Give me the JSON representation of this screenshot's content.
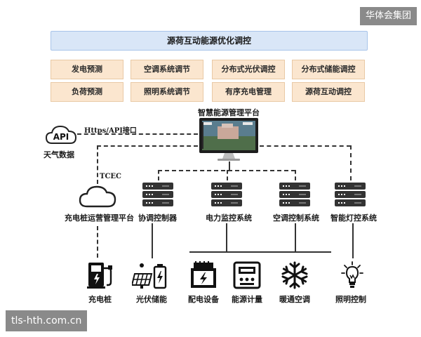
{
  "watermarks": {
    "top": "华体会集团",
    "bottom": "tls-hth.com.cn"
  },
  "banner": "源荷互动能源优化调控",
  "functions": [
    [
      "发电预测",
      "空调系统调节",
      "分布式光伏调控",
      "分布式储能调控"
    ],
    [
      "负荷预测",
      "照明系统调节",
      "有序充电管理",
      "源荷互动调控"
    ]
  ],
  "platform": {
    "title": "智慧能源管理平台"
  },
  "api": {
    "icon_text": "API",
    "label": "天气数据",
    "link_label": "Https/API接口"
  },
  "tcec_label": "TCEC",
  "subsystems": {
    "charging_platform": "充电桩运营管理平台",
    "coordinator": "协调控制器",
    "power_monitor": "电力监控系统",
    "ac_control": "空调控制系统",
    "lighting_control": "智能灯控系统"
  },
  "devices": {
    "charger": "充电桩",
    "pv_storage": "光伏储能",
    "distribution": "配电设备",
    "metering": "能源计量",
    "hvac": "暖通空调",
    "lighting": "照明控制"
  }
}
